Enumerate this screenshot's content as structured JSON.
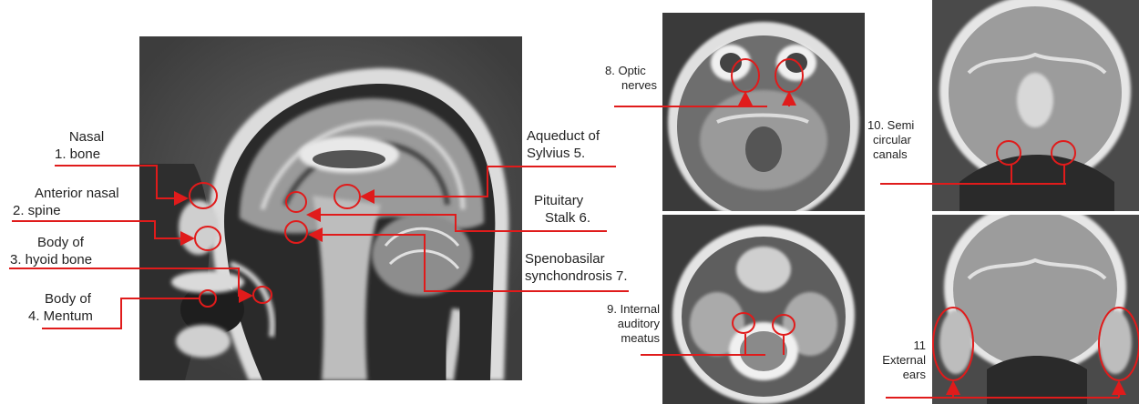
{
  "figure": {
    "labels": {
      "nasal_bone": [
        "Nasal",
        "1.  bone"
      ],
      "anterior_nasal_spine": [
        "Anterior nasal",
        "2. spine"
      ],
      "hyoid": [
        "Body of",
        "3. hyoid bone"
      ],
      "mentum": [
        "Body of",
        "4. Mentum"
      ],
      "aqueduct": [
        "Aqueduct of",
        "Sylvius  5."
      ],
      "pituitary": [
        "Pituitary",
        "Stalk  6."
      ],
      "spheno": [
        "Spenobasilar",
        "synchondrosis 7."
      ],
      "optic": [
        "8. Optic",
        "nerves"
      ],
      "internal_auditory": [
        "9. Internal",
        "auditory",
        "meatus"
      ],
      "semicircular": [
        "10. Semi",
        "circular",
        "canals"
      ],
      "external_ears": [
        "11",
        "External",
        "ears"
      ]
    },
    "colors": {
      "annotation": "#e01b1b",
      "text": "#222222"
    }
  }
}
